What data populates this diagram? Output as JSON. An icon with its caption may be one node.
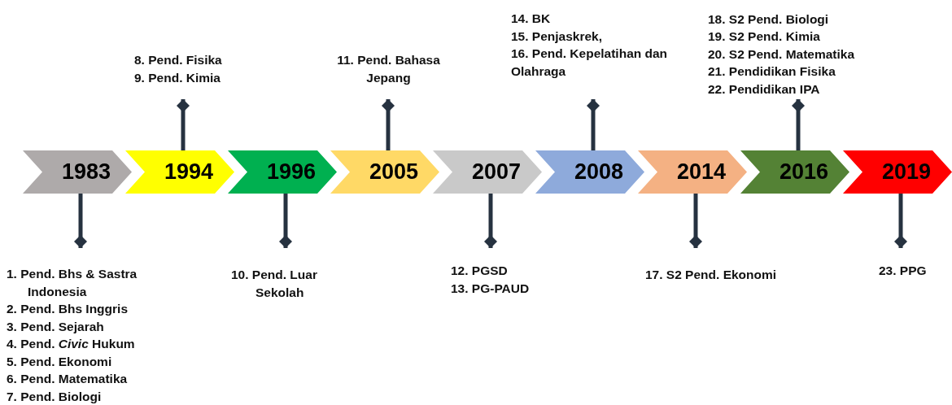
{
  "diagram": {
    "nodes": [
      {
        "text": [
          "8. Pend. Fisika",
          "9. Pend. Kimia"
        ]
      },
      {
        "text": [
          "11. Pend. Bahasa Jepang"
        ]
      },
      {
        "text": [
          "14. BK",
          "15. Penjaskrek,",
          "16. Pend. Kepelatihan dan Olahraga"
        ]
      },
      {
        "text": [
          "18. S2 Pend. Biologi",
          "19. S2 Pend. Kimia",
          "20. S2 Pend. Matematika",
          "21. Pendidikan Fisika",
          "22. Pendidikan IPA"
        ]
      },
      {
        "text": [
          "1983"
        ]
      },
      {
        "text": [
          "1994"
        ]
      },
      {
        "text": [
          "1996"
        ]
      },
      {
        "text": [
          "2005"
        ]
      },
      {
        "text": [
          "2007"
        ]
      },
      {
        "text": [
          "2008"
        ]
      },
      {
        "text": [
          "2014"
        ]
      },
      {
        "text": [
          "2016"
        ]
      },
      {
        "text": [
          "2019"
        ]
      },
      {
        "text": [
          "1. Pend. Bhs & Sastra Indonesia",
          "2. Pend. Bhs Inggris",
          "3. Pend. Sejarah",
          "4. Pend. *Civic* Hukum",
          "5. Pend. Ekonomi",
          "6. Pend. Matematika",
          "7. Pend. Biologi"
        ]
      },
      {
        "text": [
          "10. Pend. Luar Sekolah"
        ]
      },
      {
        "text": [
          "12. PGSD",
          "13. PG-PAUD"
        ]
      },
      {
        "text": [
          "17. S2 Pend. Ekonomi"
        ]
      },
      {
        "text": [
          "23. PPG"
        ]
      }
    ],
    "edges": [
      {
        "from": 4,
        "to": 13,
        "arrow": "other"
      },
      {
        "from": 5,
        "to": 0,
        "arrow": "other"
      },
      {
        "from": 6,
        "to": 14,
        "arrow": "other"
      },
      {
        "from": 7,
        "to": 1,
        "arrow": "other"
      },
      {
        "from": 8,
        "to": 15,
        "arrow": "other"
      },
      {
        "from": 9,
        "to": 2,
        "arrow": "other"
      },
      {
        "from": 10,
        "to": 16,
        "arrow": "other"
      },
      {
        "from": 11,
        "to": 3,
        "arrow": "other"
      },
      {
        "from": 12,
        "to": 17,
        "arrow": "other"
      }
    ]
  }
}
